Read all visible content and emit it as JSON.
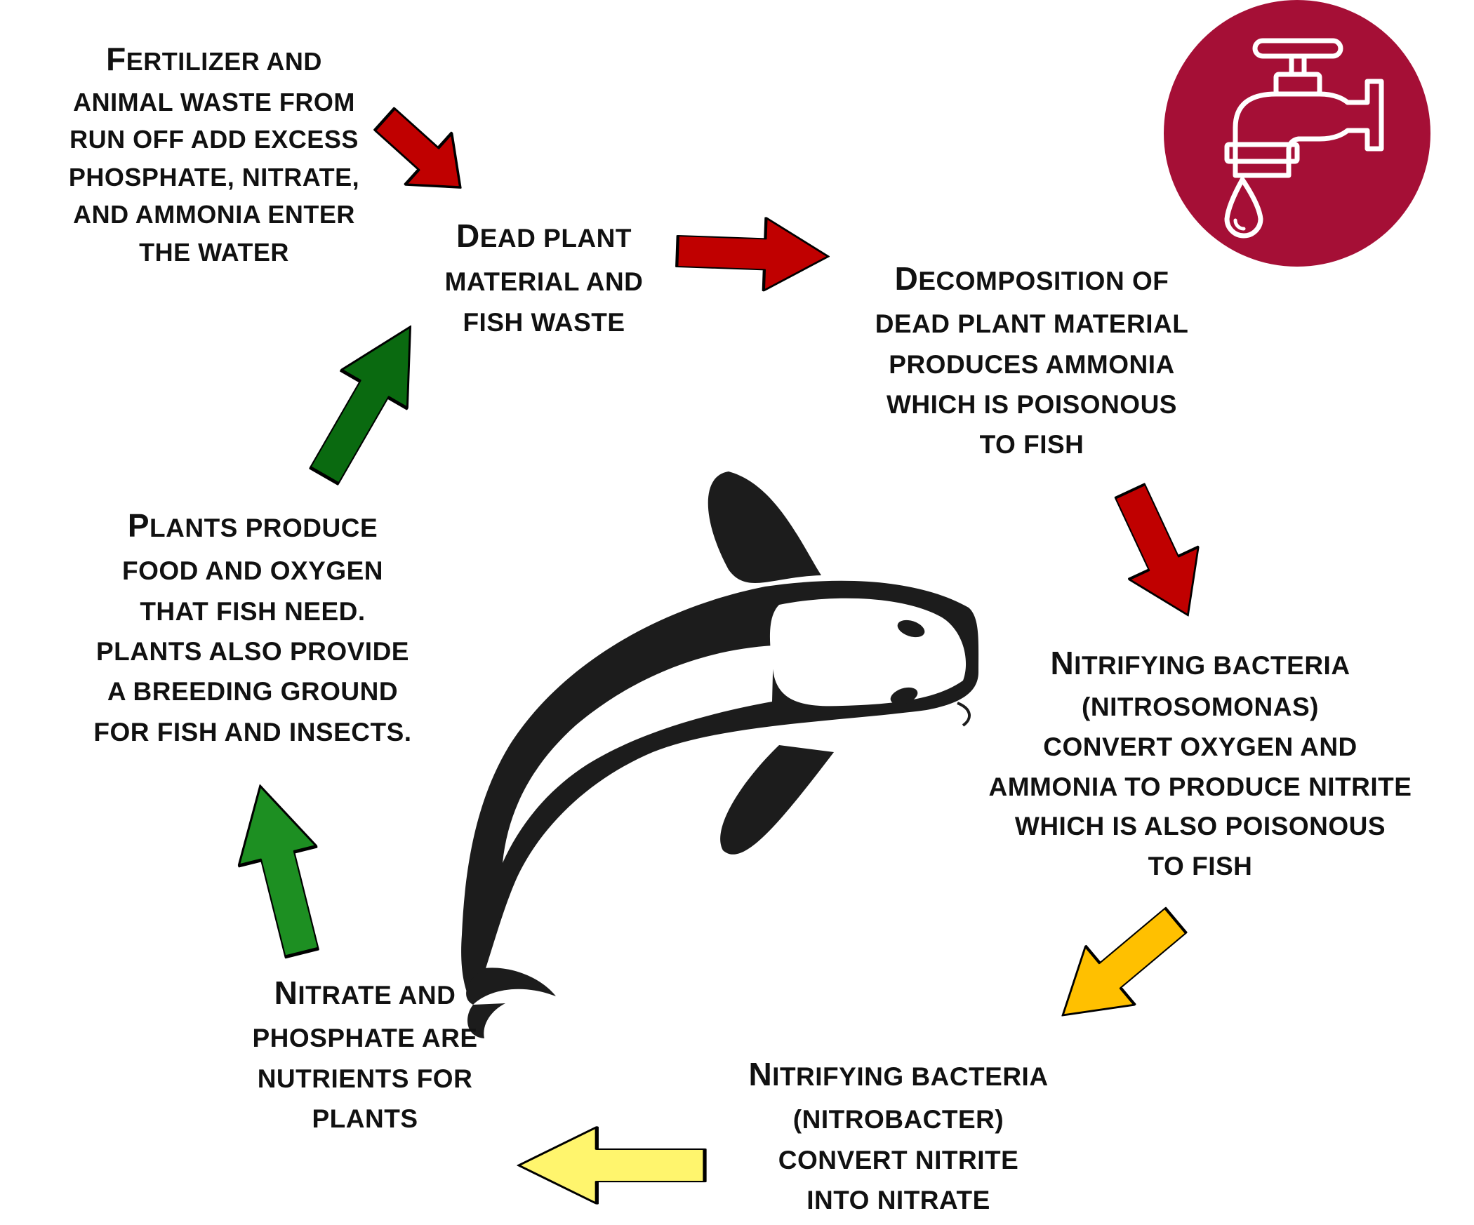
{
  "colors": {
    "background": "#ffffff",
    "text": "#111111",
    "arrow_red": "#c00000",
    "arrow_dark_green": "#0a6a10",
    "arrow_green": "#1d8f22",
    "arrow_orange": "#ffc000",
    "arrow_yellow": "#fff56d",
    "arrow_outline": "#000000",
    "tap_badge": "#a50f36",
    "fish": "#1c1c1c"
  },
  "icons": {
    "badge": "water-tap-icon",
    "center": "koi-fish-icon"
  },
  "steps": {
    "runoff": "FERTILIZER AND\nANIMAL WASTE FROM\nRUN OFF ADD EXCESS\nPHOSPHATE, NITRATE,\nAND AMMONIA ENTER\nTHE WATER",
    "dead_material": "Dead plant\nmaterial and\nfish waste",
    "decomposition": "Decomposition of\ndead plant material\nproduces ammonia\nwhich is poisonous\nto fish",
    "nitrosomonas": "Nitrifying bacteria\n(Nitrosomonas)\nconvert oxygen and\nammonia to produce nitrite\nwhich is also poisonous\nto fish",
    "nitrobacter": "Nitrifying bacteria\n(Nitrobacter)\nconvert nitrite\ninto nitrate",
    "nutrients": "Nitrate and\nphosphate are\nnutrients for\nplants",
    "plants": "Plants produce\nfood and oxygen\nthat fish need.\nPlants also provide\na breeding ground\nfor fish and insects."
  }
}
